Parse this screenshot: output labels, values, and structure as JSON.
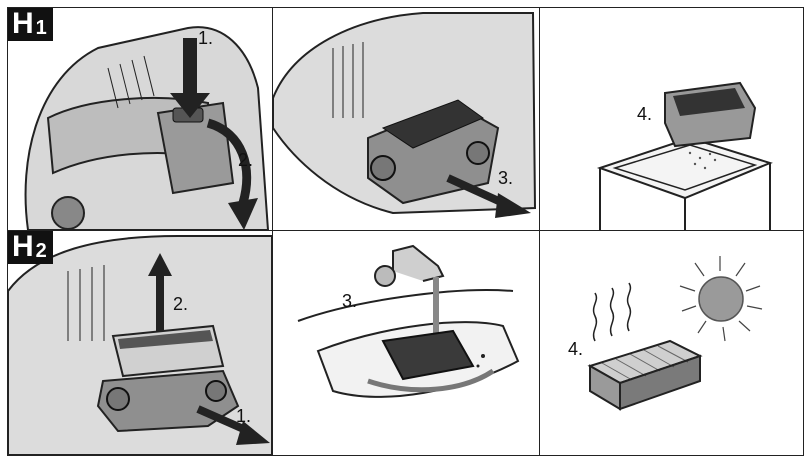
{
  "rows": [
    {
      "letter": "H",
      "number": "1"
    },
    {
      "letter": "H",
      "number": "2"
    }
  ],
  "steps": {
    "h1_press": "1.",
    "h1_swing": "2.",
    "h1_pull": "3.",
    "h1_tap": "4.",
    "h2_pull": "1.",
    "h2_lift": "2.",
    "h2_rinse": "3.",
    "h2_dry": "4."
  }
}
